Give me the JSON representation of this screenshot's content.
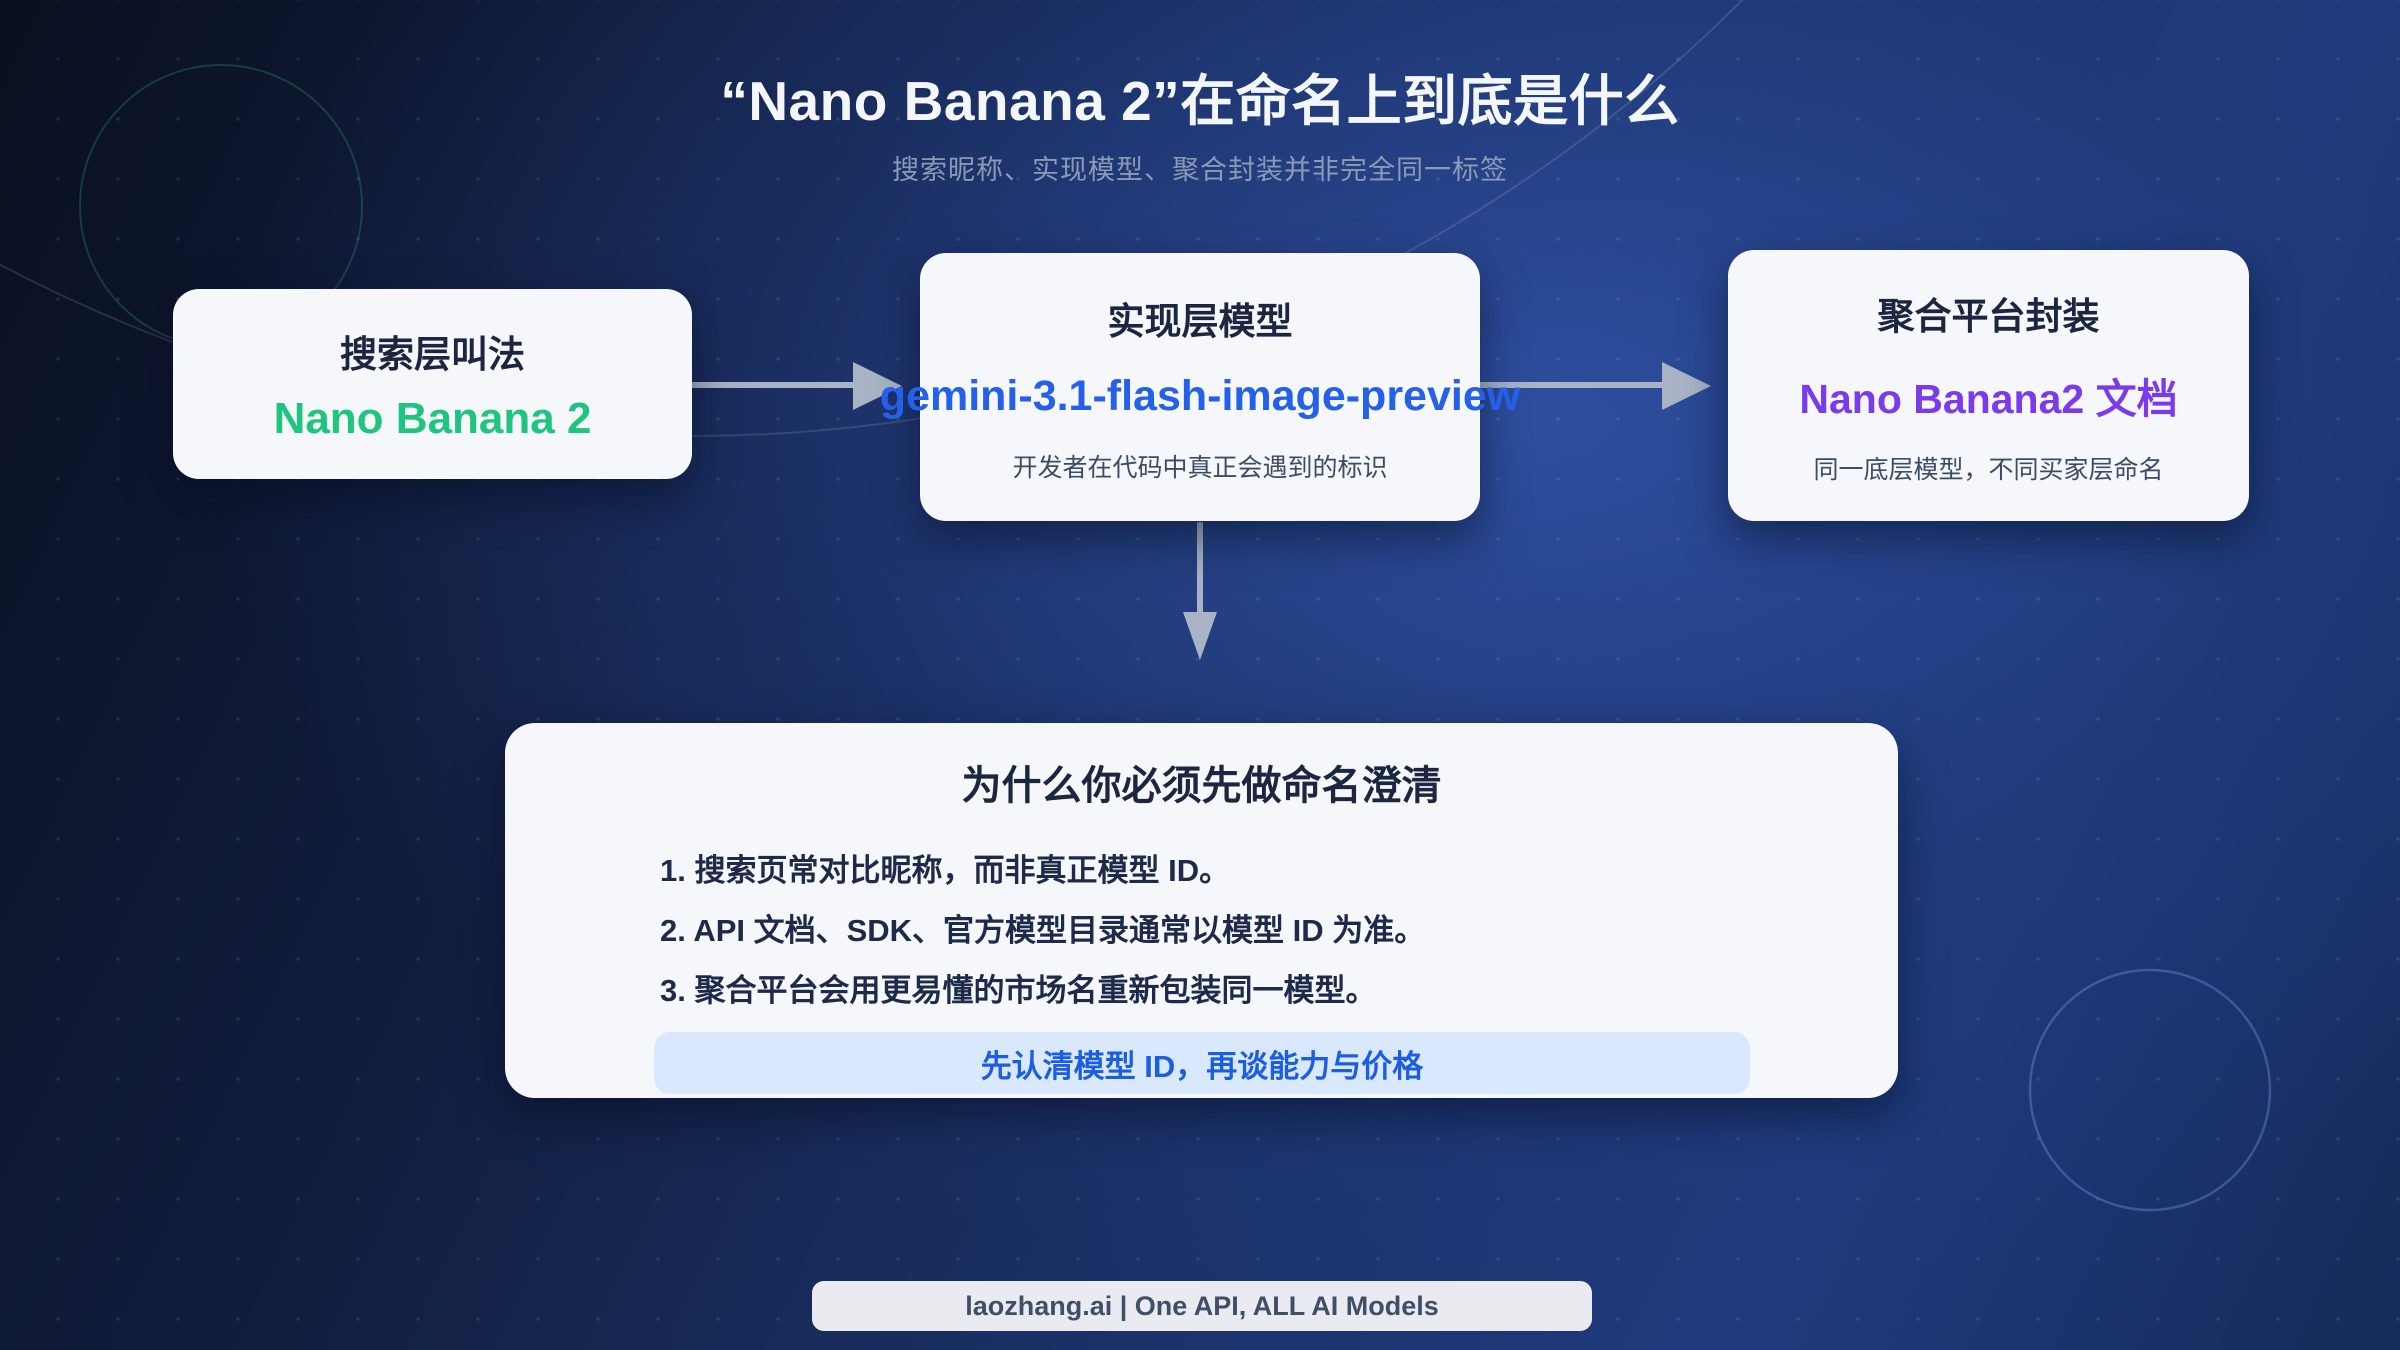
{
  "page": {
    "title": "“Nano Banana 2”在命名上到底是什么",
    "subtitle": "搜索昵称、实现模型、聚合封装并非完全同一标签"
  },
  "boxes": {
    "search": {
      "title": "搜索层叫法",
      "value": "Nano Banana 2",
      "value_color": "#1fc47f"
    },
    "model": {
      "title": "实现层模型",
      "value": "gemini-3.1-flash-image-preview",
      "note": "开发者在代码中真正会遇到的标识",
      "value_color": "#2560e8"
    },
    "platform": {
      "title": "聚合平台封装",
      "value": "Nano Banana2 文档",
      "note": "同一底层模型，不同买家层命名",
      "value_color": "#7c3aed"
    }
  },
  "why": {
    "title": "为什么你必须先做命名澄清",
    "items": [
      "1. 搜索页常对比昵称，而非真正模型 ID。",
      "2. API 文档、SDK、官方模型目录通常以模型 ID 为准。",
      "3. 聚合平台会用更易懂的市场名重新包装同一模型。"
    ],
    "highlight": "先认清模型 ID，再谈能力与价格",
    "highlight_bg": "#d9e8fd",
    "highlight_color": "#1b5ee2"
  },
  "footer": {
    "text": "laozhang.ai | One API, ALL AI Models"
  },
  "colors": {
    "background_dark": "#0a1021",
    "background_bright": "#264590",
    "card_bg": "#f5f7fa",
    "card_text": "#1c2641",
    "subtitle": "#8b9ab6",
    "arrow": "#a8b4c6"
  }
}
